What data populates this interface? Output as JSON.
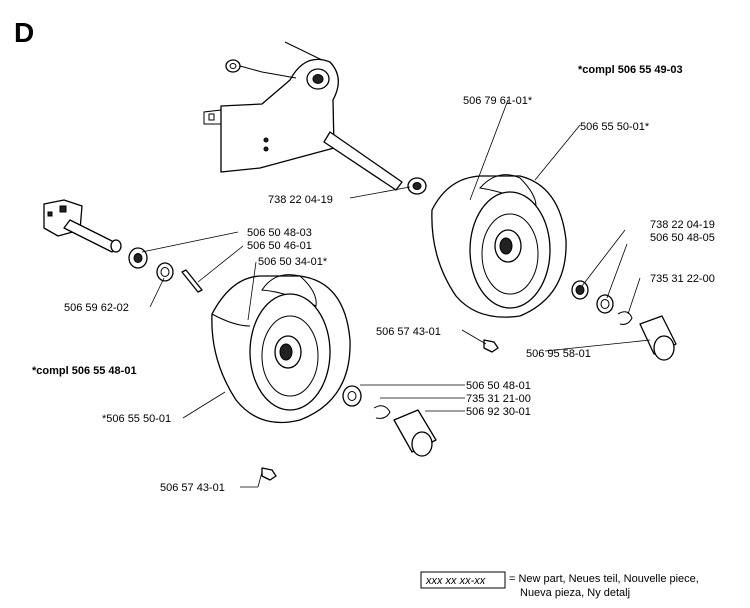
{
  "section_letter": "D",
  "assembly_right": "*compl 506 55 49-03",
  "assembly_left": "*compl 506 55 48-01",
  "labels": {
    "p738_upper": "738 22 04-19",
    "p506796101": "506 79 61-01*",
    "p506555001_right": "506 55 50-01*",
    "p738_right": "738 22 04-19",
    "p50650480_right": "506 50 48-05",
    "p735312200": "735 31 22-00",
    "p506574301_right": "506 57 43-01",
    "p506955801": "506 95 58-01",
    "p506504803": "506 50 48-03",
    "p506504601": "506 50 46-01",
    "p506503401": "506 50 34-01*",
    "p506596202": "506 59 62-02",
    "p506555001_left": "*506 55 50-01",
    "p506504801": "506 50 48-01",
    "p735312100": "735 31 21-00",
    "p506923001": "506 92 30-01",
    "p506574301_left": "506 57 43-01"
  },
  "legend": {
    "sample": "xxx xx xx-xx",
    "text_line1": "= New part, Neues teil, Nouvelle piece,",
    "text_line2": "Nueva pieza, Ny detalj"
  }
}
